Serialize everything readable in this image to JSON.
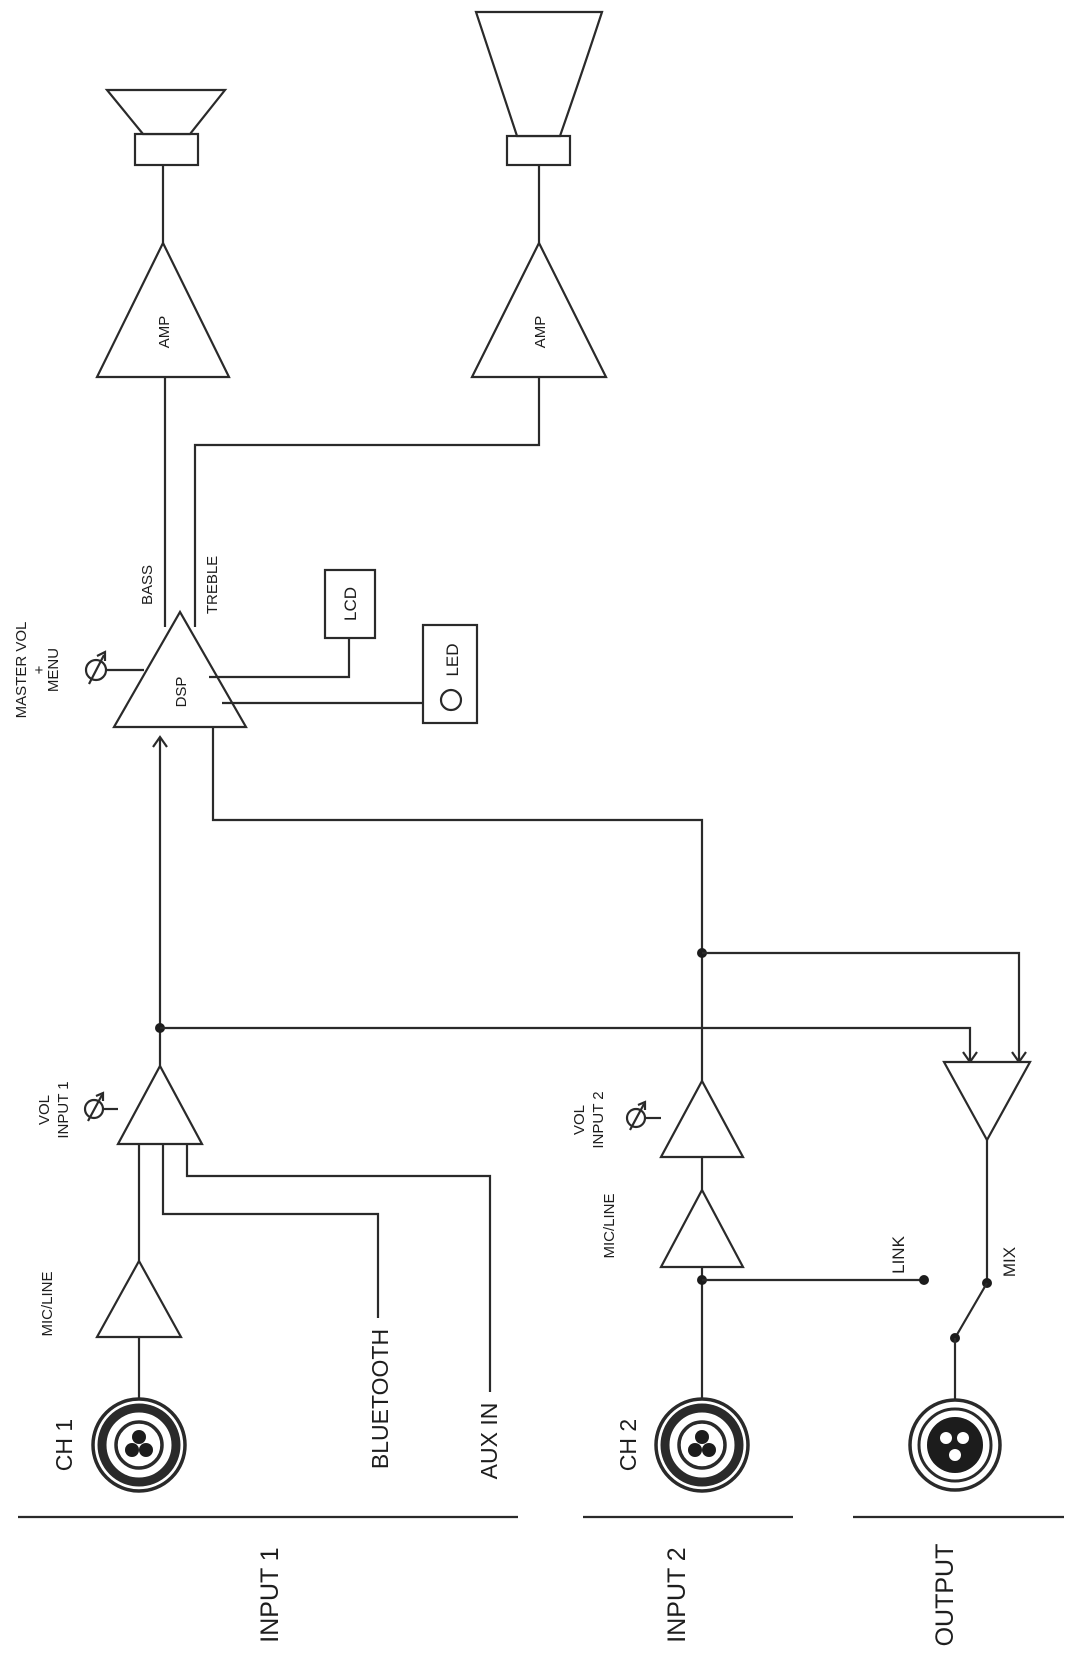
{
  "groups": {
    "input1": "INPUT 1",
    "input2": "INPUT 2",
    "output": "OUTPUT"
  },
  "jacks": {
    "ch1": "CH 1",
    "ch2": "CH 2"
  },
  "sources": {
    "bluetooth": "BLUETOOTH",
    "aux_in": "AUX IN"
  },
  "blocks": {
    "mic_line_1": "MIC/LINE",
    "mic_line_2": "MIC/LINE",
    "vol_input1_line1": "VOL",
    "vol_input1_line2": "INPUT 1",
    "vol_input2_line1": "VOL",
    "vol_input2_line2": "INPUT 2",
    "dsp": "DSP",
    "master_line1": "MASTER VOL",
    "master_line2": "+",
    "master_line3": "MENU",
    "lcd": "LCD",
    "led": "LED",
    "amp_bass": "AMP",
    "amp_treble": "AMP"
  },
  "signals": {
    "bass": "BASS",
    "treble": "TREBLE",
    "link": "LINK",
    "mix": "MIX"
  },
  "colors": {
    "line": "#2a2a2a",
    "background": "#ffffff"
  }
}
